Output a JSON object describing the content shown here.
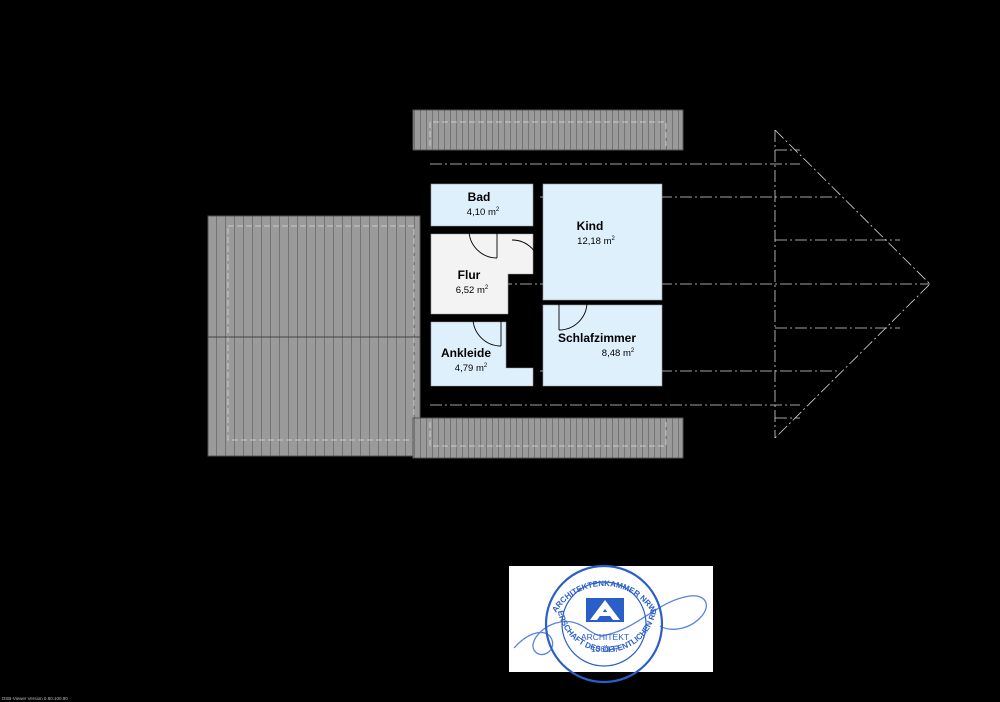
{
  "rooms": [
    {
      "name": "Bad",
      "area": "4,10",
      "unit": "m",
      "exp": "2"
    },
    {
      "name": "Kind",
      "area": "12,18",
      "unit": "m",
      "exp": "2"
    },
    {
      "name": "Flur",
      "area": "6,52",
      "unit": "m",
      "exp": "2"
    },
    {
      "name": "Ankleide",
      "area": "4,79",
      "unit": "m",
      "exp": "2"
    },
    {
      "name": "Schlafzimmer",
      "area": "8,48",
      "unit": "m",
      "exp": "2"
    }
  ],
  "stamp": {
    "top_text": "ARCHITEKTENKAMMER NRW",
    "bottom_text": "KÖRPERSCHAFT DES ÖFFENTLICHEN RECHTS",
    "role": "ARCHITEKT",
    "number": "106037"
  },
  "footer_text": "DSB-Viewer Version 0.80.100.90",
  "colors": {
    "background": "#000000",
    "room_fill": "#dff0fd",
    "flur_fill": "#f3f3f3",
    "roof_fill": "#9a9a9a",
    "stamp_ink": "#2a5ec8"
  }
}
